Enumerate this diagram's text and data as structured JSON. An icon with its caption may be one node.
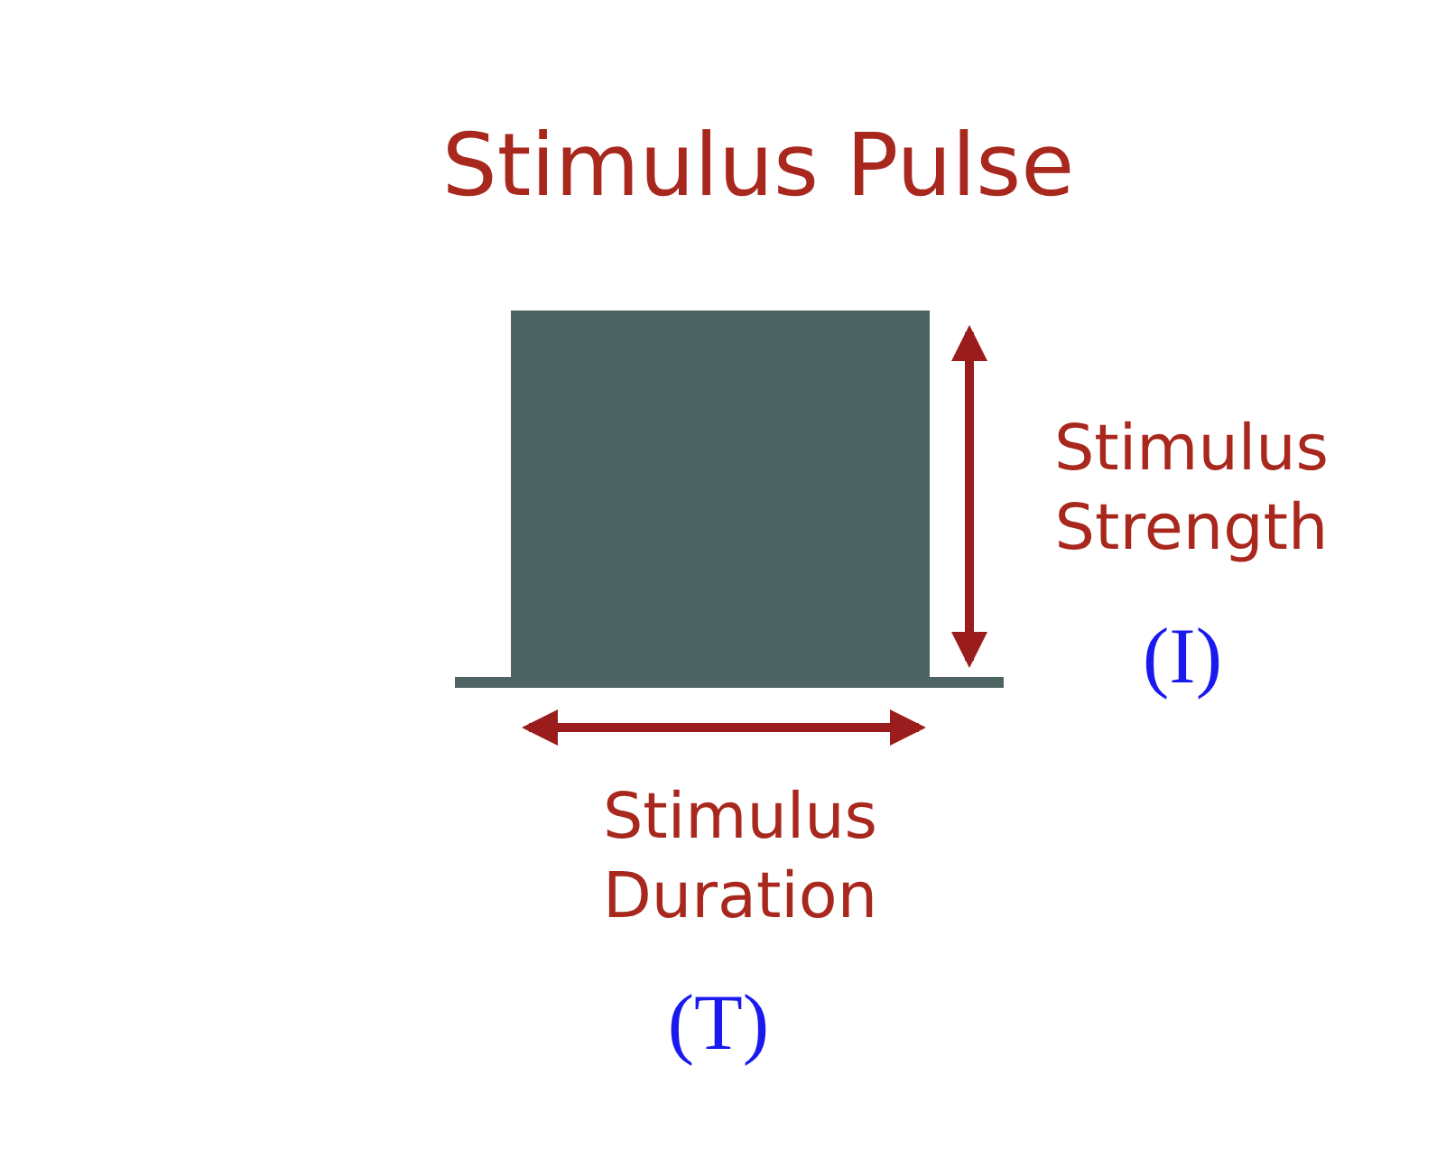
{
  "diagram": {
    "title": "Stimulus Pulse",
    "labels": [
      "Stimulus Strength",
      "(I)",
      "Stimulus Duration",
      "(T)"
    ]
  }
}
